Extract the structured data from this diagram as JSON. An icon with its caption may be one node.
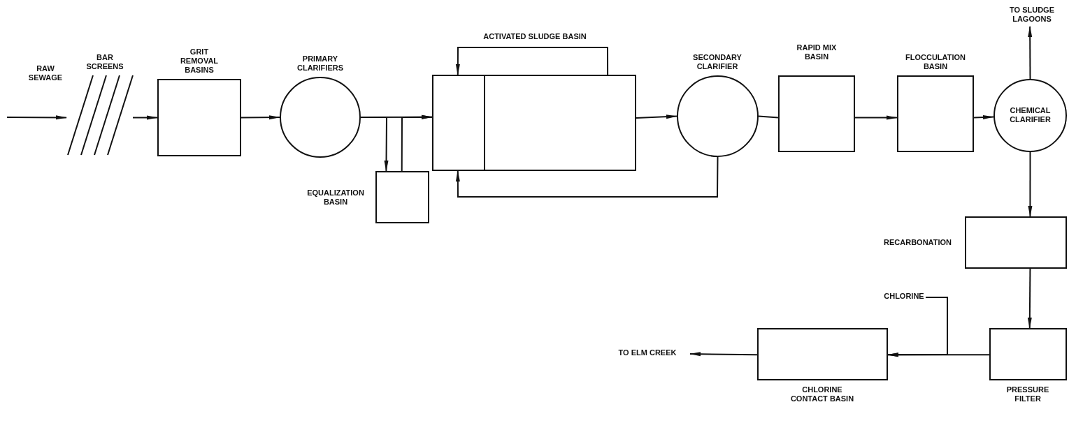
{
  "diagram": {
    "nodes": [
      {
        "text": [
          "BAR SCREENS"
        ]
      },
      {
        "text": [
          "GRIT REMOVAL BASINS"
        ]
      },
      {
        "text": [
          "PRIMARY CLARIFIERS"
        ]
      },
      {
        "text": [
          "EQUALIZATION BASIN"
        ]
      },
      {
        "text": [
          "ACTIVATED SLUDGE BASIN"
        ]
      },
      {
        "text": [
          "SECONDARY CLARIFIER"
        ]
      },
      {
        "text": [
          "RAPID MIX BASIN"
        ]
      },
      {
        "text": [
          "FLOCCULATION BASIN"
        ]
      },
      {
        "text": [
          "CHEMICAL CLARIFIER"
        ]
      },
      {
        "text": [
          "RECARBONATION"
        ]
      },
      {
        "text": [
          "PRESSURE FILTER"
        ]
      },
      {
        "text": [
          "CHLORINE CONTACT BASIN"
        ]
      },
      {
        "text": [
          "TO SLUDGE LAGOONS"
        ]
      },
      {
        "text": [
          "TO ELM CREEK"
        ]
      },
      {
        "text": [
          "CHLORINE"
        ]
      }
    ],
    "edges": [
      {
        "from": null,
        "to": 0,
        "arrow": "to"
      },
      {
        "from": 0,
        "to": 1,
        "arrow": "to"
      },
      {
        "from": 1,
        "to": 2,
        "arrow": "to"
      },
      {
        "from": 2,
        "to": 4,
        "arrow": "to"
      },
      {
        "from": 2,
        "to": 3,
        "arrow": "to"
      },
      {
        "from": 3,
        "to": 4,
        "arrow": "to"
      },
      {
        "from": 4,
        "to": 4,
        "arrow": "to"
      },
      {
        "from": 4,
        "to": 5,
        "arrow": "to"
      },
      {
        "from": 5,
        "to": 4,
        "arrow": "to"
      },
      {
        "from": 5,
        "to": 6,
        "arrow": "none"
      },
      {
        "from": 6,
        "to": 7,
        "arrow": "to"
      },
      {
        "from": 7,
        "to": 8,
        "arrow": "to"
      },
      {
        "from": 8,
        "to": 12,
        "arrow": "to"
      },
      {
        "from": 8,
        "to": 9,
        "arrow": "to"
      },
      {
        "from": 9,
        "to": 10,
        "arrow": "to"
      },
      {
        "from": 10,
        "to": 11,
        "arrow": "to"
      },
      {
        "from": 14,
        "to": 11,
        "arrow": "to"
      },
      {
        "from": 11,
        "to": 13,
        "arrow": "to"
      }
    ],
    "labels": [
      "RAW SEWAGE"
    ]
  }
}
